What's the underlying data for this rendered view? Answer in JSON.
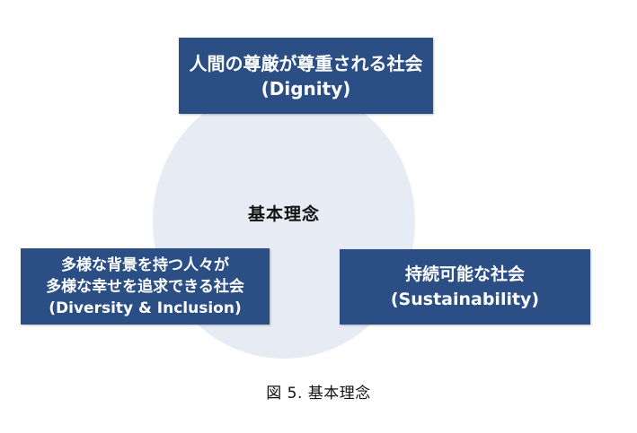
{
  "diagram": {
    "center_label": "基本理念",
    "boxes": {
      "top": {
        "line1": "人間の尊厳が尊重される社会",
        "line2": "(Dignity)"
      },
      "left": {
        "line1": "多様な背景を持つ人々が",
        "line2": "多様な幸せを追求できる社会",
        "line3": "(Diversity & Inclusion)"
      },
      "right": {
        "line1": "持続可能な社会",
        "line2": "(Sustainability)"
      }
    },
    "caption": "図 5. 基本理念"
  },
  "colors": {
    "box_fill": "#2b4f84",
    "circle_fill": "#e7ebf3",
    "box_text": "#ffffff"
  }
}
